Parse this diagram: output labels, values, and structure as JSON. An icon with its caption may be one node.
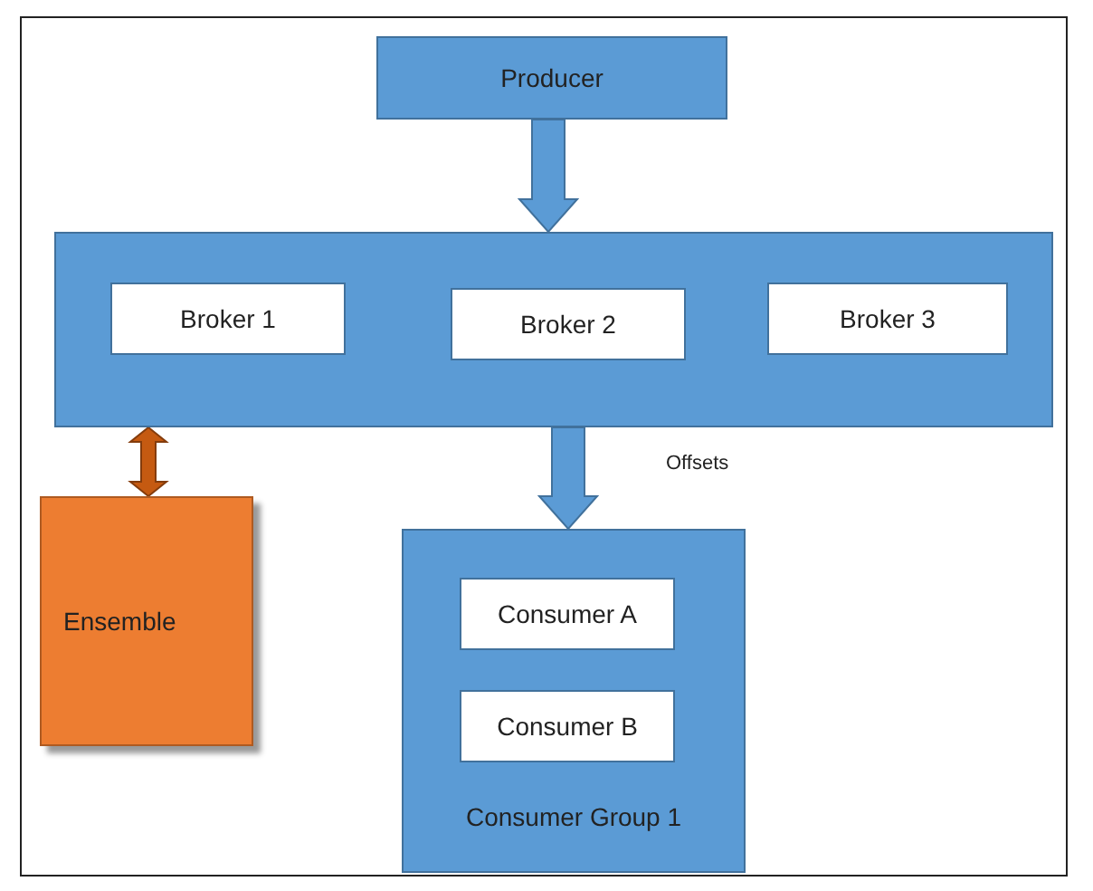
{
  "diagram": {
    "nodes": [
      {
        "text": [
          "Producer"
        ]
      },
      {
        "text": [],
        "shape": "box"
      },
      {
        "text": [
          "Broker 1"
        ],
        "in": 1
      },
      {
        "text": [
          "Broker 2"
        ],
        "in": 1
      },
      {
        "text": [
          "Broker 3"
        ],
        "in": 1
      },
      {
        "text": [
          "Consumer Group 1"
        ]
      },
      {
        "text": [
          "Consumer A"
        ],
        "in": 5
      },
      {
        "text": [
          "Consumer B"
        ],
        "in": 5
      },
      {
        "text": [
          "Ensemble"
        ]
      }
    ],
    "edges": [
      {
        "from": 0,
        "to": 1,
        "arrow": "to",
        "style": "thick"
      },
      {
        "from": 1,
        "to": 5,
        "arrow": "to",
        "style": "thick",
        "label": "Offsets"
      },
      {
        "from": 1,
        "to": 8,
        "arrow": "both",
        "style": "thick",
        "color": "#c55a11"
      }
    ]
  }
}
